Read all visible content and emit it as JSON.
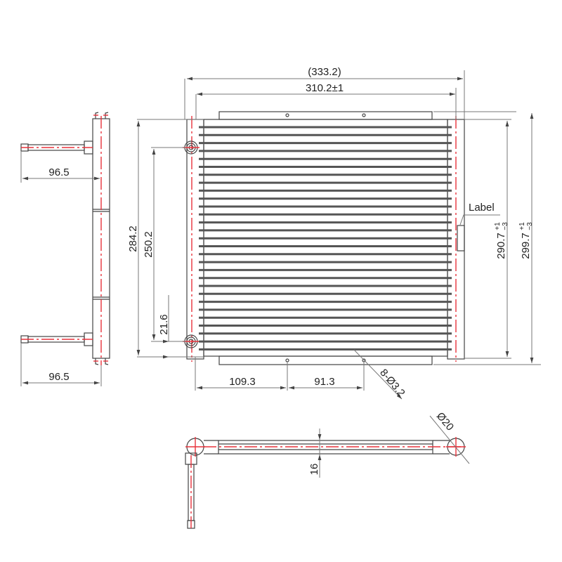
{
  "drawing": {
    "title": "Condenser coil technical drawing",
    "colors": {
      "line": "#444444",
      "dimension": "#777777",
      "centerline": "#e8323c",
      "tube": "#555555"
    },
    "front_view": {
      "dimensions": {
        "overall_width": "(333.2)",
        "core_width": "310.2±1",
        "height_left_outer": "284.2",
        "height_left_inner": "250.2",
        "port_offset": "21.6",
        "hole_pos_1": "109.3",
        "hole_pos_2": "91.3",
        "holes": "8-Ø3.2",
        "height_right_inner": "290.7",
        "height_right_inner_tol_upper": "+1",
        "height_right_inner_tol_lower": "−3",
        "height_right_outer": "299.7",
        "height_right_outer_tol_upper": "+1",
        "height_right_outer_tol_lower": "−3"
      },
      "label_callout": "Label",
      "tube_count": 29
    },
    "side_view": {
      "dimensions": {
        "upper_pipe_length": "96.5",
        "lower_pipe_length": "96.5"
      }
    },
    "top_view": {
      "dimensions": {
        "core_thickness": "16",
        "header_diameter": "Ø20"
      }
    }
  }
}
